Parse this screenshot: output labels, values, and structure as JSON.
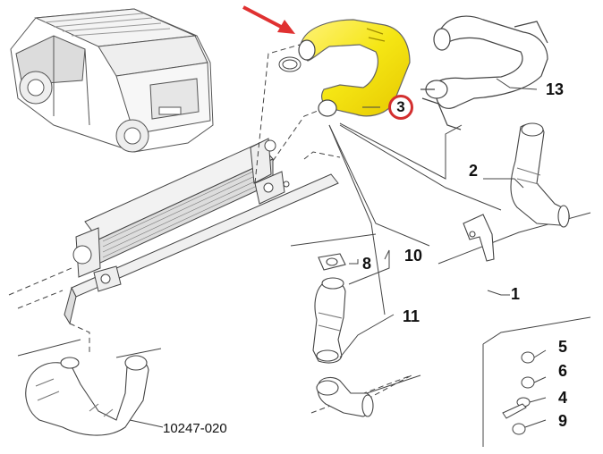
{
  "diagram": {
    "highlight_color": "#f5e614",
    "arrow_color": "#e03131",
    "callout_color": "#d32f2f",
    "labels": {
      "p1": "1",
      "p2": "2",
      "p3": "3",
      "p4": "4",
      "p5": "5",
      "p6": "6",
      "p8": "8",
      "p9": "9",
      "p10": "10",
      "p11": "11",
      "p13": "13"
    },
    "reference_code": "10247-020"
  }
}
